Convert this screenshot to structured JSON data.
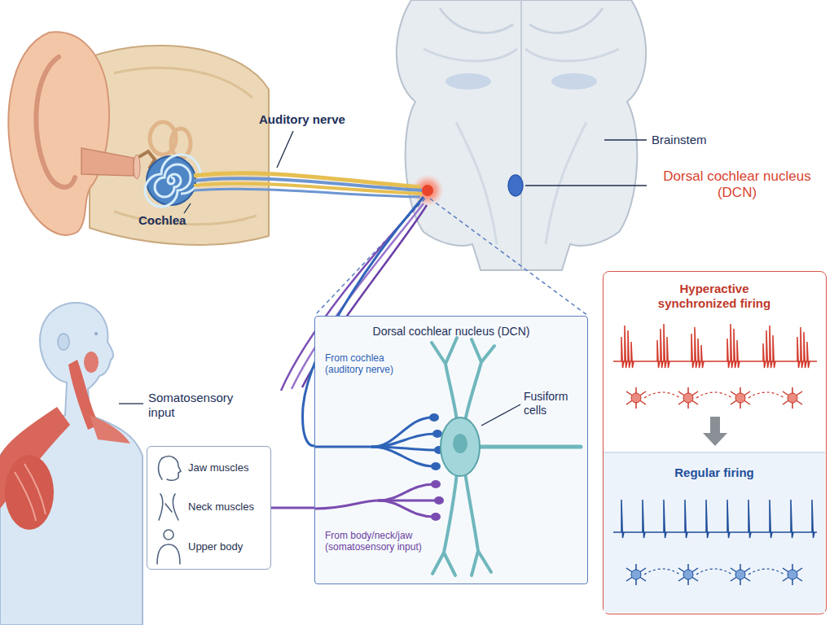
{
  "diagram": {
    "nodes": [
      {
        "text": [
          "Jaw muscles",
          "Neck muscles",
          "Upper body"
        ]
      },
      {
        "text": [
          "Dorsal cochlear nucleus (DCN)",
          "From cochlea (auditory nerve)",
          "Fusiform cells",
          "From body/neck/jaw (somatosensory input)"
        ]
      },
      {
        "text": [
          "Hyperactive synchronized firing",
          "Regular firing"
        ]
      }
    ],
    "edges": [
      {
        "from": 0,
        "to": 1,
        "arrow": "none"
      }
    ],
    "labels": [
      "Auditory nerve",
      "Brainstem",
      "Dorsal cochlear nucleus (DCN)",
      "Cochlea",
      "Somatosensory input"
    ]
  }
}
